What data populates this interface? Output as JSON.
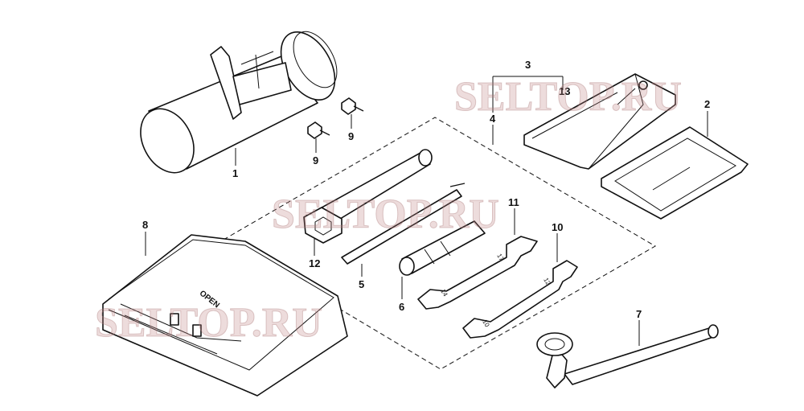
{
  "watermark": "SELTOP.RU",
  "callouts": {
    "c1": "1",
    "c2": "2",
    "c3": "3",
    "c4": "4",
    "c5": "5",
    "c6": "6",
    "c7": "7",
    "c8": "8",
    "c9a": "9",
    "c9b": "9",
    "c10": "10",
    "c11": "11",
    "c12": "12",
    "c13": "13"
  },
  "toolcase_label": "OPEN",
  "wrench_markings": {
    "w14": "14",
    "w17": "17",
    "w10": "10",
    "w12": "12"
  }
}
